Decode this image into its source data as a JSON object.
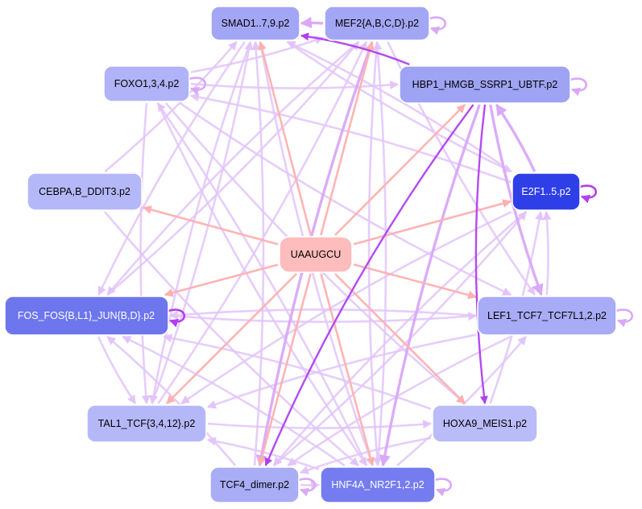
{
  "diagram": {
    "center": {
      "id": "UAAUGCU",
      "label": "UAAUGCU",
      "fill": "#ffbcbc",
      "text_color": "#000000"
    },
    "nodes": [
      {
        "id": "smad",
        "label": "SMAD1..7,9.p2",
        "fill": "#a3a6f5",
        "text_color": "#000000",
        "self_loop": false
      },
      {
        "id": "mef2",
        "label": "MEF2{A,B,C,D}.p2",
        "fill": "#a3a6f5",
        "text_color": "#000000",
        "self_loop": true
      },
      {
        "id": "foxo",
        "label": "FOXO1,3,4.p2",
        "fill": "#b0b3f7",
        "text_color": "#000000",
        "self_loop": true
      },
      {
        "id": "hbp1",
        "label": "HBP1_HMGB_SSRP1_UBTF.p2",
        "fill": "#9fa3f4",
        "text_color": "#000000",
        "self_loop": true
      },
      {
        "id": "cebpa",
        "label": "CEBPA,B_DDIT3.p2",
        "fill": "#b5b8f8",
        "text_color": "#000000",
        "self_loop": false
      },
      {
        "id": "e2f",
        "label": "E2F1..5.p2",
        "fill": "#2f3fe8",
        "text_color": "#ffffff",
        "self_loop": true
      },
      {
        "id": "fos",
        "label": "FOS_FOS{B,L1}_JUN{B,D}.p2",
        "fill": "#6e76ee",
        "text_color": "#ffffff",
        "self_loop": true
      },
      {
        "id": "lef1",
        "label": "LEF1_TCF7_TCF7L1,2.p2",
        "fill": "#a8abf6",
        "text_color": "#000000",
        "self_loop": true
      },
      {
        "id": "tal1",
        "label": "TAL1_TCF{3,4,12}.p2",
        "fill": "#b5b8f8",
        "text_color": "#000000",
        "self_loop": false
      },
      {
        "id": "hoxa9",
        "label": "HOXA9_MEIS1.p2",
        "fill": "#b9bcf8",
        "text_color": "#000000",
        "self_loop": false
      },
      {
        "id": "tcf4",
        "label": "TCF4_dimer.p2",
        "fill": "#a9adf6",
        "text_color": "#000000",
        "self_loop": true
      },
      {
        "id": "hnf4a",
        "label": "HNF4A_NR2F1,2.p2",
        "fill": "#757cef",
        "text_color": "#ffffff",
        "self_loop": true
      }
    ],
    "edge_colors": {
      "pink": "#ffb0b0",
      "light_violet": "#e2c4fa",
      "violet": "#d9a8f8",
      "strong_violet": "#b040f0"
    },
    "edges": [
      {
        "from": "UAAUGCU",
        "to": "smad",
        "style": "pink"
      },
      {
        "from": "UAAUGCU",
        "to": "mef2",
        "style": "pink"
      },
      {
        "from": "UAAUGCU",
        "to": "hbp1",
        "style": "pink"
      },
      {
        "from": "UAAUGCU",
        "to": "cebpa",
        "style": "pink"
      },
      {
        "from": "UAAUGCU",
        "to": "e2f",
        "style": "pink"
      },
      {
        "from": "UAAUGCU",
        "to": "fos",
        "style": "pink"
      },
      {
        "from": "UAAUGCU",
        "to": "lef1",
        "style": "pink"
      },
      {
        "from": "UAAUGCU",
        "to": "tal1",
        "style": "pink"
      },
      {
        "from": "UAAUGCU",
        "to": "hoxa9",
        "style": "pink"
      },
      {
        "from": "UAAUGCU",
        "to": "tcf4",
        "style": "pink"
      },
      {
        "from": "UAAUGCU",
        "to": "hnf4a",
        "style": "pink"
      },
      {
        "from": "hbp1",
        "to": "smad",
        "style": "strong_violet"
      },
      {
        "from": "hbp1",
        "to": "tcf4",
        "style": "strong_violet"
      },
      {
        "from": "hbp1",
        "to": "hnf4a",
        "style": "violet"
      },
      {
        "from": "hbp1",
        "to": "lef1",
        "style": "violet"
      },
      {
        "from": "hbp1",
        "to": "hoxa9",
        "style": "strong_violet"
      },
      {
        "from": "e2f",
        "to": "hbp1",
        "style": "violet"
      },
      {
        "from": "e2f",
        "to": "tcf4",
        "style": "light_violet"
      },
      {
        "from": "e2f",
        "to": "foxo",
        "style": "light_violet"
      },
      {
        "from": "e2f",
        "to": "smad",
        "style": "light_violet"
      },
      {
        "from": "e2f",
        "to": "tal1",
        "style": "light_violet"
      },
      {
        "from": "foxo",
        "to": "mef2",
        "style": "light_violet"
      },
      {
        "from": "foxo",
        "to": "hbp1",
        "style": "light_violet"
      },
      {
        "from": "foxo",
        "to": "lef1",
        "style": "light_violet"
      },
      {
        "from": "foxo",
        "to": "hoxa9",
        "style": "light_violet"
      },
      {
        "from": "foxo",
        "to": "hnf4a",
        "style": "light_violet"
      },
      {
        "from": "foxo",
        "to": "tal1",
        "style": "light_violet"
      },
      {
        "from": "smad",
        "to": "hnf4a",
        "style": "light_violet"
      },
      {
        "from": "smad",
        "to": "tal1",
        "style": "light_violet"
      },
      {
        "from": "smad",
        "to": "fos",
        "style": "light_violet"
      },
      {
        "from": "smad",
        "to": "e2f",
        "style": "light_violet"
      },
      {
        "from": "mef2",
        "to": "tcf4",
        "style": "violet"
      },
      {
        "from": "mef2",
        "to": "fos",
        "style": "light_violet"
      },
      {
        "from": "mef2",
        "to": "lef1",
        "style": "light_violet"
      },
      {
        "from": "mef2",
        "to": "hnf4a",
        "style": "light_violet"
      },
      {
        "from": "mef2",
        "to": "smad",
        "style": "violet"
      },
      {
        "from": "cebpa",
        "to": "hnf4a",
        "style": "light_violet"
      },
      {
        "from": "cebpa",
        "to": "smad",
        "style": "light_violet"
      },
      {
        "from": "fos",
        "to": "lef1",
        "style": "light_violet"
      },
      {
        "from": "fos",
        "to": "tal1",
        "style": "light_violet"
      },
      {
        "from": "fos",
        "to": "mef2",
        "style": "light_violet"
      },
      {
        "from": "lef1",
        "to": "fos",
        "style": "light_violet"
      },
      {
        "from": "lef1",
        "to": "tcf4",
        "style": "light_violet"
      },
      {
        "from": "lef1",
        "to": "tal1",
        "style": "light_violet"
      },
      {
        "from": "lef1",
        "to": "e2f",
        "style": "light_violet"
      },
      {
        "from": "hoxa9",
        "to": "fos",
        "style": "light_violet"
      },
      {
        "from": "hoxa9",
        "to": "tcf4",
        "style": "light_violet"
      },
      {
        "from": "hoxa9",
        "to": "e2f",
        "style": "light_violet"
      },
      {
        "from": "tal1",
        "to": "hoxa9",
        "style": "light_violet"
      },
      {
        "from": "tal1",
        "to": "smad",
        "style": "light_violet"
      },
      {
        "from": "tal1",
        "to": "mef2",
        "style": "light_violet"
      },
      {
        "from": "tcf4",
        "to": "smad",
        "style": "light_violet"
      },
      {
        "from": "tcf4",
        "to": "hnf4a",
        "style": "light_violet"
      },
      {
        "from": "tcf4",
        "to": "fos",
        "style": "light_violet"
      },
      {
        "from": "tcf4",
        "to": "e2f",
        "style": "light_violet"
      },
      {
        "from": "hnf4a",
        "to": "fos",
        "style": "light_violet"
      },
      {
        "from": "hnf4a",
        "to": "tal1",
        "style": "light_violet"
      },
      {
        "from": "hnf4a",
        "to": "mef2",
        "style": "light_violet"
      },
      {
        "from": "hnf4a",
        "to": "foxo",
        "style": "light_violet"
      },
      {
        "from": "hnf4a",
        "to": "lef1",
        "style": "light_violet"
      }
    ]
  }
}
